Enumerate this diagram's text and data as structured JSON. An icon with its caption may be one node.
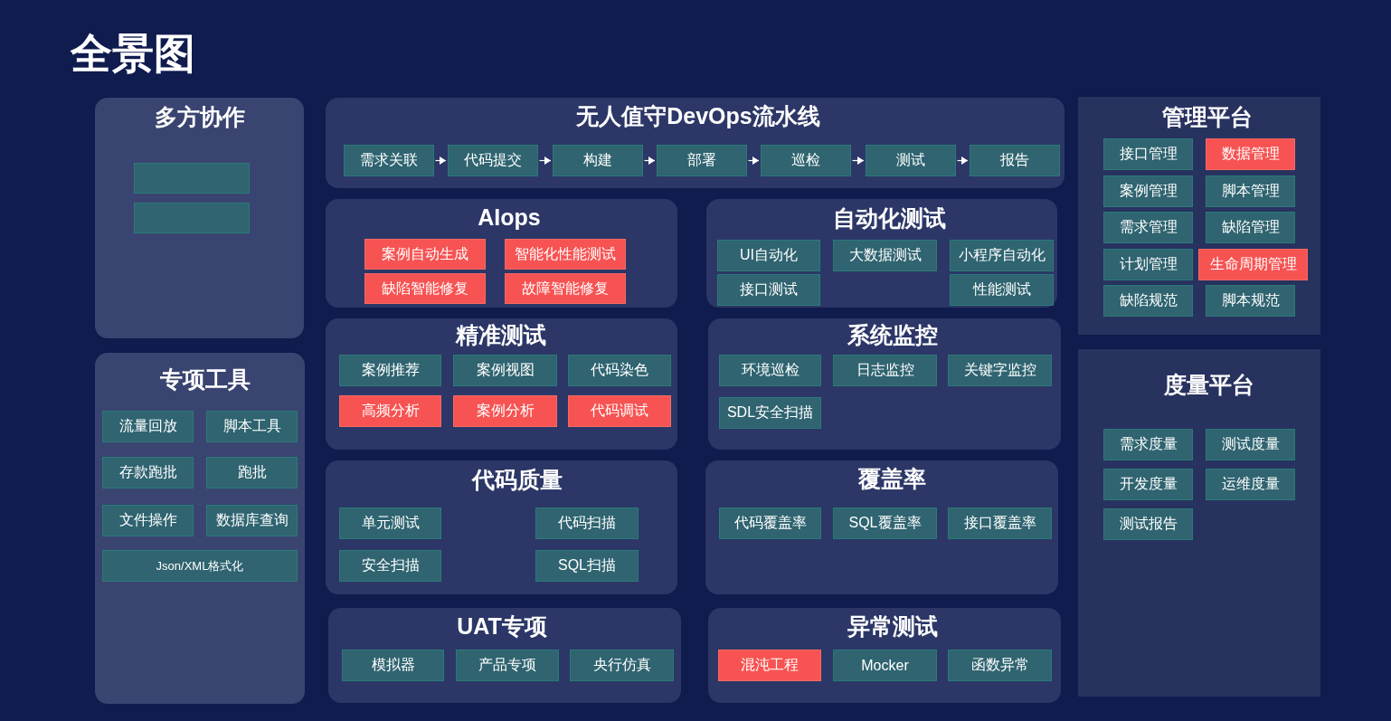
{
  "diagram": {
    "title": "全景图",
    "nodes": [
      {
        "text": [
          "多方协作"
        ]
      },
      {
        "text": [],
        "shape": "box",
        "in": 0
      },
      {
        "text": [],
        "shape": "box",
        "in": 0
      },
      {
        "text": [
          "无人值守DevOps流水线"
        ]
      },
      {
        "text": [
          "需求关联"
        ],
        "in": 3
      },
      {
        "text": [
          "代码提交"
        ],
        "in": 3
      },
      {
        "text": [
          "构建"
        ],
        "in": 3
      },
      {
        "text": [
          "部署"
        ],
        "in": 3
      },
      {
        "text": [
          "巡检"
        ],
        "in": 3
      },
      {
        "text": [
          "测试"
        ],
        "in": 3
      },
      {
        "text": [
          "报告"
        ],
        "in": 3
      },
      {
        "text": [
          "管理平台"
        ]
      },
      {
        "text": [
          "接口管理"
        ],
        "in": 11
      },
      {
        "text": [
          "数据管理"
        ],
        "in": 11
      },
      {
        "text": [
          "案例管理"
        ],
        "in": 11
      },
      {
        "text": [
          "脚本管理"
        ],
        "in": 11
      },
      {
        "text": [
          "需求管理"
        ],
        "in": 11
      },
      {
        "text": [
          "缺陷管理"
        ],
        "in": 11
      },
      {
        "text": [
          "计划管理"
        ],
        "in": 11
      },
      {
        "text": [
          "生命周期管理"
        ],
        "in": 11
      },
      {
        "text": [
          "缺陷规范"
        ],
        "in": 11
      },
      {
        "text": [
          "脚本规范"
        ],
        "in": 11
      },
      {
        "text": [
          "AIops"
        ]
      },
      {
        "text": [
          "案例自动生成"
        ],
        "in": 22
      },
      {
        "text": [
          "智能化性能测试"
        ],
        "in": 22
      },
      {
        "text": [
          "缺陷智能修复"
        ],
        "in": 22
      },
      {
        "text": [
          "故障智能修复"
        ],
        "in": 22
      },
      {
        "text": [
          "自动化测试"
        ]
      },
      {
        "text": [
          "UI自动化"
        ],
        "in": 27
      },
      {
        "text": [
          "大数据测试"
        ],
        "in": 27
      },
      {
        "text": [
          "小程序自动化"
        ],
        "in": 27
      },
      {
        "text": [
          "接口测试"
        ],
        "in": 27
      },
      {
        "text": [
          "性能测试"
        ],
        "in": 27
      },
      {
        "text": [
          "精准测试"
        ]
      },
      {
        "text": [
          "案例推荐"
        ],
        "in": 33
      },
      {
        "text": [
          "案例视图"
        ],
        "in": 33
      },
      {
        "text": [
          "代码染色"
        ],
        "in": 33
      },
      {
        "text": [
          "高频分析"
        ],
        "in": 33
      },
      {
        "text": [
          "案例分析"
        ],
        "in": 33
      },
      {
        "text": [
          "代码调试"
        ],
        "in": 33
      },
      {
        "text": [
          "系统监控"
        ]
      },
      {
        "text": [
          "环境巡检"
        ],
        "in": 40
      },
      {
        "text": [
          "日志监控"
        ],
        "in": 40
      },
      {
        "text": [
          "关键字监控"
        ],
        "in": 40
      },
      {
        "text": [
          "SDL安全扫描"
        ],
        "in": 40
      },
      {
        "text": [
          "专项工具"
        ]
      },
      {
        "text": [
          "流量回放"
        ],
        "in": 45
      },
      {
        "text": [
          "脚本工具"
        ],
        "in": 45
      },
      {
        "text": [
          "存款跑批"
        ],
        "in": 45
      },
      {
        "text": [
          "跑批"
        ],
        "in": 45
      },
      {
        "text": [
          "文件操作"
        ],
        "in": 45
      },
      {
        "text": [
          "数据库查询"
        ],
        "in": 45
      },
      {
        "text": [
          "Json/XML格式化"
        ],
        "in": 45
      },
      {
        "text": [
          "度量平台"
        ]
      },
      {
        "text": [
          "需求度量"
        ],
        "in": 53
      },
      {
        "text": [
          "测试度量"
        ],
        "in": 53
      },
      {
        "text": [
          "开发度量"
        ],
        "in": 53
      },
      {
        "text": [
          "运维度量"
        ],
        "in": 53
      },
      {
        "text": [
          "测试报告"
        ],
        "in": 53
      },
      {
        "text": [
          "代码质量"
        ]
      },
      {
        "text": [
          "单元测试"
        ],
        "in": 59
      },
      {
        "text": [
          "代码扫描"
        ],
        "in": 59
      },
      {
        "text": [
          "安全扫描"
        ],
        "in": 59
      },
      {
        "text": [
          "SQL扫描"
        ],
        "in": 59
      },
      {
        "text": [
          "覆盖率"
        ]
      },
      {
        "text": [
          "代码覆盖率"
        ],
        "in": 64
      },
      {
        "text": [
          "SQL覆盖率"
        ],
        "in": 64
      },
      {
        "text": [
          "接口覆盖率"
        ],
        "in": 64
      },
      {
        "text": [
          "UAT专项"
        ]
      },
      {
        "text": [
          "模拟器"
        ],
        "in": 68
      },
      {
        "text": [
          "产品专项"
        ],
        "in": 68
      },
      {
        "text": [
          "央行仿真"
        ],
        "in": 68
      },
      {
        "text": [
          "异常测试"
        ]
      },
      {
        "text": [
          "混沌工程"
        ],
        "in": 72
      },
      {
        "text": [
          "Mocker"
        ],
        "in": 72
      },
      {
        "text": [
          "函数异常"
        ],
        "in": 72
      }
    ],
    "edges": [
      {
        "from": 4,
        "to": 5,
        "arrow": "to"
      },
      {
        "from": 5,
        "to": 6,
        "arrow": "to"
      },
      {
        "from": 6,
        "to": 7,
        "arrow": "to"
      },
      {
        "from": 7,
        "to": 8,
        "arrow": "to"
      },
      {
        "from": 8,
        "to": 9,
        "arrow": "to"
      },
      {
        "from": 9,
        "to": 10,
        "arrow": "to"
      }
    ]
  }
}
